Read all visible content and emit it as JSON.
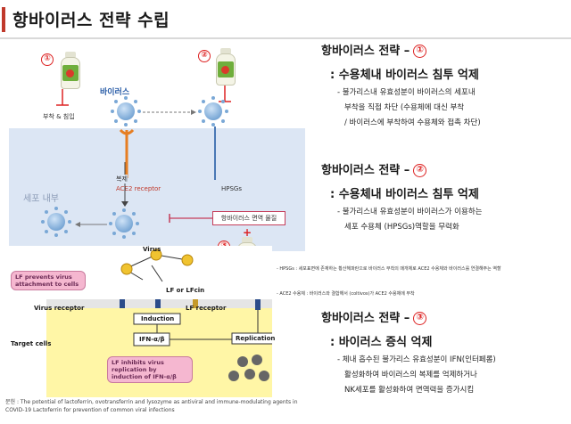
{
  "page": {
    "title": "항바이러스 전략 수립"
  },
  "strategies": [
    {
      "heading": "항바이러스 전략 –",
      "num": "①",
      "sub": ": 수용체내 바이러스 침투 억제",
      "lines": [
        "- 불가리스내 유효성분이 바이러스의 세포내",
        "부착을 직접 차단 (수용체에 대신 부착",
        "/ 바이러스에 부착하여 수용체와 접촉 차단)"
      ]
    },
    {
      "heading": "항바이러스 전략 –",
      "num": "②",
      "sub": ": 수용체내 바이러스 침투 억제",
      "lines": [
        "- 불가리스내 유효성분이 바이러스가 이용하는",
        "세포 수용체 (HPSGs)역할을 무력화"
      ]
    },
    {
      "heading": "항바이러스 전략 –",
      "num": "③",
      "sub": ": 바이러스 증식 억제",
      "lines": [
        "- 체내 흡수된 불가리스 유효성분이 IFN(인터페롬)",
        "활성화하여 바이러스의 복제를 억제하거나",
        "NK세포를 활성화하여 면역력을 증가시킴"
      ]
    }
  ],
  "figure1": {
    "virus_label": "바이러스",
    "block_label": "부착 & 침입",
    "ace2": "ACE2 receptor",
    "hpsgs": "HPSGs",
    "cell_inside": "세포 내부",
    "replication": "복제",
    "substance": "항바이러스 면역 물질",
    "markers": [
      "①",
      "②",
      "③"
    ]
  },
  "notes": [
    "- HPSGs : 세포표면에 존재하는 황산헤파란으로 바이러스 부착의 매개체로 ACE2 수용체와 바이러스를 연결해주는 역할",
    "- ACE2 수용체 : 바이러스와 결합해서 (coltivos)가 ACE2 수용체에 부착"
  ],
  "figure2": {
    "virus": "Virus",
    "box1": "LF prevents virus attachment to cells",
    "lf": "LF or LFcin",
    "virus_receptor": "Virus receptor",
    "lf_receptor": "LF receptor",
    "induction": "Induction",
    "ifn": "IFN-α/β",
    "replication": "Replication",
    "target": "Target cells",
    "box2": "LF inhibits virus replication by induction of IFN-α/β"
  },
  "source": "문헌 : The potential of lactoferrin, ovotransferrin and lysozyme as antiviral and immune-modulating agents in COVID-19 Lactoferrin for prevention of common viral infections"
}
